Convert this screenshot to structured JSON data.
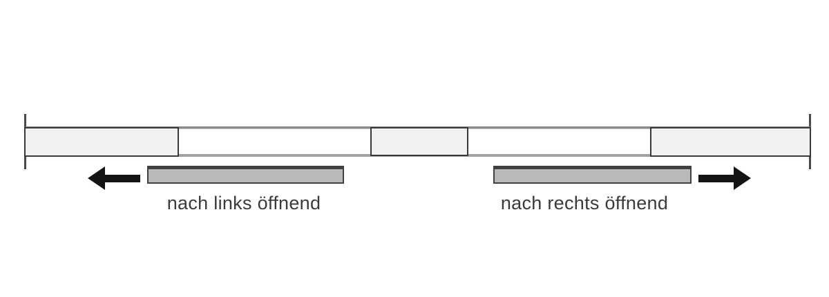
{
  "diagram": {
    "kind": "sliding-door-opening-directions",
    "track": {
      "panels": [
        {
          "name": "left-door-panel"
        },
        {
          "name": "middle-door-panel"
        },
        {
          "name": "right-door-panel"
        }
      ]
    },
    "directions": [
      {
        "id": "left",
        "label": "nach links öffnend",
        "arrow_icon": "arrow-left"
      },
      {
        "id": "right",
        "label": "nach rechts öffnend",
        "arrow_icon": "arrow-right"
      }
    ],
    "colors": {
      "background": "#ffffff",
      "panel_fill": "#f1f1f1",
      "panel_border": "#383838",
      "track_line_top": "#8a8a8a",
      "track_line_bottom": "#a0a0a0",
      "end_tick": "#4a4a4a",
      "bar_fill": "#b9b9b9",
      "bar_border": "#404040",
      "arrow": "#141414",
      "text": "#3a3a3a"
    }
  }
}
